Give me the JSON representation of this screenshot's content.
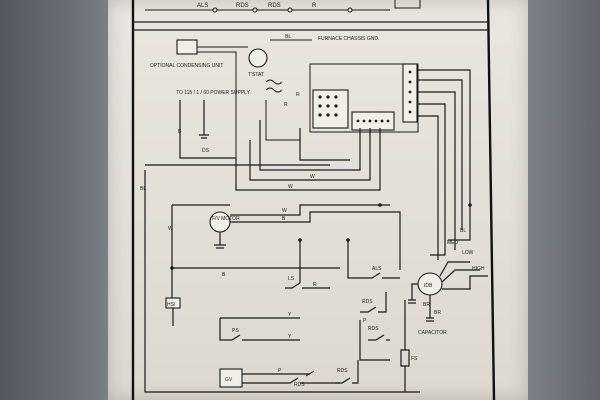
{
  "diagram": {
    "header_labels": {
      "als": "ALS",
      "rds_1": "RDS",
      "rds_2": "RDS",
      "r": "R"
    },
    "chassis_ground": "FURNACE CHASSIS GND.",
    "optional_condensing_unit": "OPTIONAL CONDENSING UNIT",
    "tstat": "T'STAT",
    "power_supply": "TO 115 / 1 / 60 POWER SUPPLY",
    "fan_motor": "F/V MOTOR",
    "capacitor": "CAPACITOR",
    "components": {
      "hsi": "HSI",
      "ls": "LS",
      "ps": "PS",
      "gv": "GV",
      "als": "ALS",
      "rds_a": "RDS",
      "rds_b": "RDS",
      "rds_c": "RDS",
      "rds_d": "RDS",
      "idb": "IDB",
      "fs": "FS"
    },
    "speed_labels": {
      "med": "MED",
      "low": "LOW",
      "high": "HIGH"
    },
    "wire_codes": {
      "bl": "BL",
      "r": "R",
      "b": "B",
      "w": "W",
      "y": "Y",
      "p": "P",
      "ds": "DS",
      "br": "BR"
    }
  }
}
